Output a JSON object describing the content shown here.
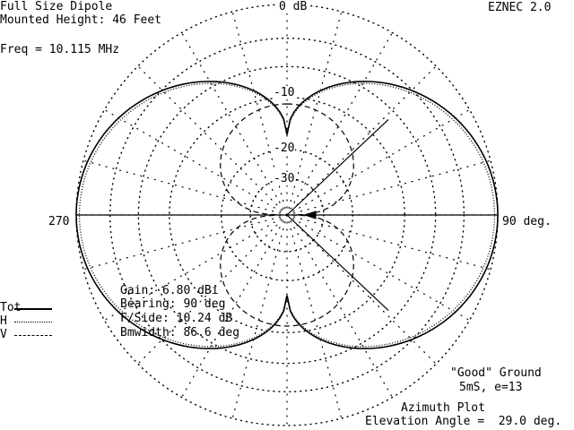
{
  "header": {
    "title": "Full Size Dipole",
    "height_line": "Mounted Height: 46 Feet",
    "freq_line": "Freq = 10.115 MHz",
    "app_name": "EZNEC 2.0"
  },
  "chart_data": {
    "type": "polar",
    "ring_labels": {
      "outer": "0 dB",
      "r10": "-10",
      "r20": "-20",
      "r30": "-30"
    },
    "angle_labels": {
      "left": "270",
      "right": "90 deg."
    },
    "series": [
      {
        "name": "Tot",
        "style": "solid",
        "pattern": "figure-eight broadside, peak 6.80 dBi at bearing 90 deg, null toward 0/180 deg"
      },
      {
        "name": "H",
        "style": "dotted",
        "pattern": "horizontal component, nearly equal to total"
      },
      {
        "name": "V",
        "style": "dashed",
        "pattern": "vertical component, lobes toward 0 and 180 deg"
      }
    ],
    "cursor_bearing_deg": 90,
    "beamwidth_deg": 86.6
  },
  "stats": {
    "gain": "Gain: 6.80 dBi",
    "bearing": "Bearing: 90 deg",
    "fside": "F/Side: 10.24 dB",
    "bmwidth": "Bmwidth: 86.6 deg"
  },
  "ground": {
    "line1": "\"Good\" Ground",
    "line2": "5mS, e=13"
  },
  "footer": {
    "plot_type": "Azimuth Plot",
    "elevation": "Elevation Angle =  29.0 deg."
  }
}
